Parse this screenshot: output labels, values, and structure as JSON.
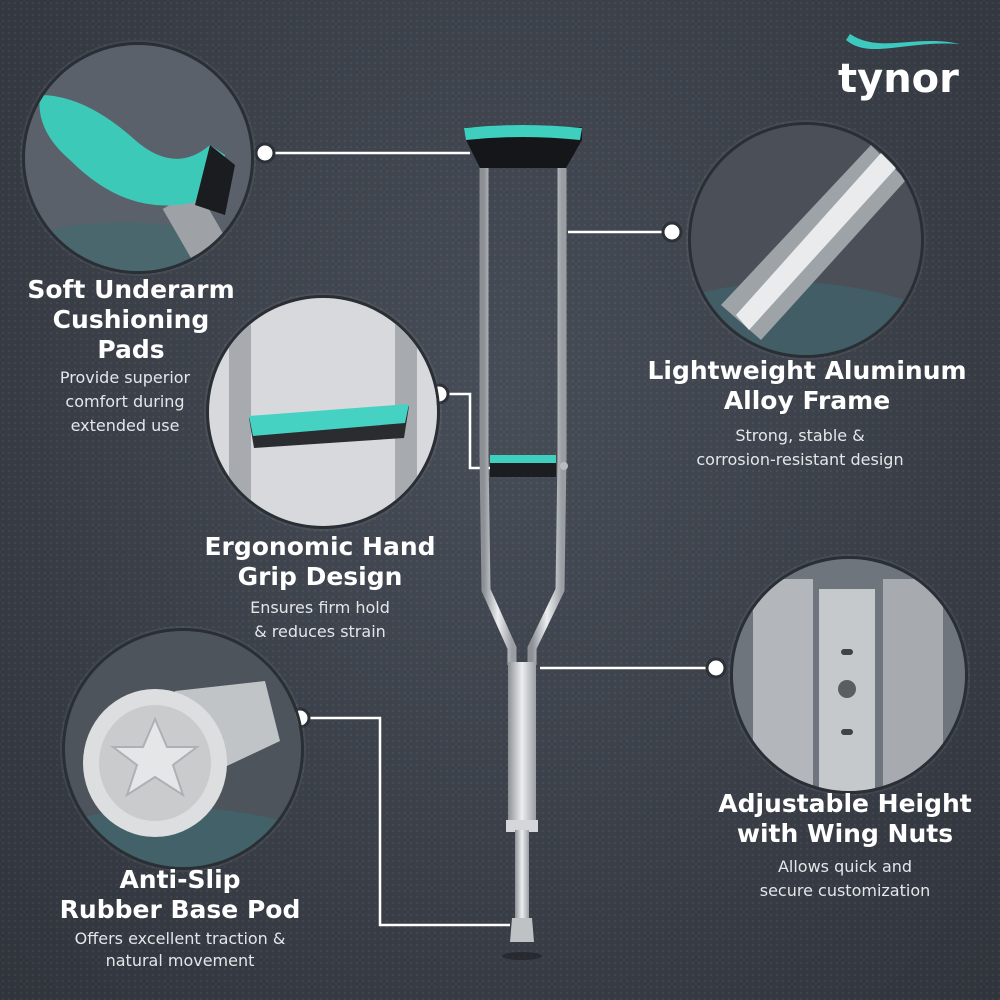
{
  "brand": {
    "name": "tynor",
    "swoosh_color": "#3ec9c0"
  },
  "colors": {
    "accent": "#41cdbf",
    "background": "#3c414a",
    "frame": "#c4c7cb"
  },
  "features": {
    "underarm": {
      "title_1": "Soft Underarm",
      "title_2": "Cushioning",
      "title_3": "Pads",
      "desc_1": "Provide superior",
      "desc_2": "comfort during",
      "desc_3": "extended use"
    },
    "frame": {
      "title_1": "Lightweight Aluminum",
      "title_2": "Alloy Frame",
      "desc_1": "Strong, stable &",
      "desc_2": "corrosion-resistant design"
    },
    "grip": {
      "title_1": "Ergonomic Hand",
      "title_2": "Grip Design",
      "desc_1": "Ensures firm hold",
      "desc_2": "& reduces strain"
    },
    "height": {
      "title_1": "Adjustable Height",
      "title_2": "with Wing Nuts",
      "desc_1": "Allows quick and",
      "desc_2": "secure customization"
    },
    "base": {
      "title_1": "Anti-Slip",
      "title_2": "Rubber Base Pod",
      "desc_1": "Offers excellent traction &",
      "desc_2": "natural movement"
    }
  }
}
